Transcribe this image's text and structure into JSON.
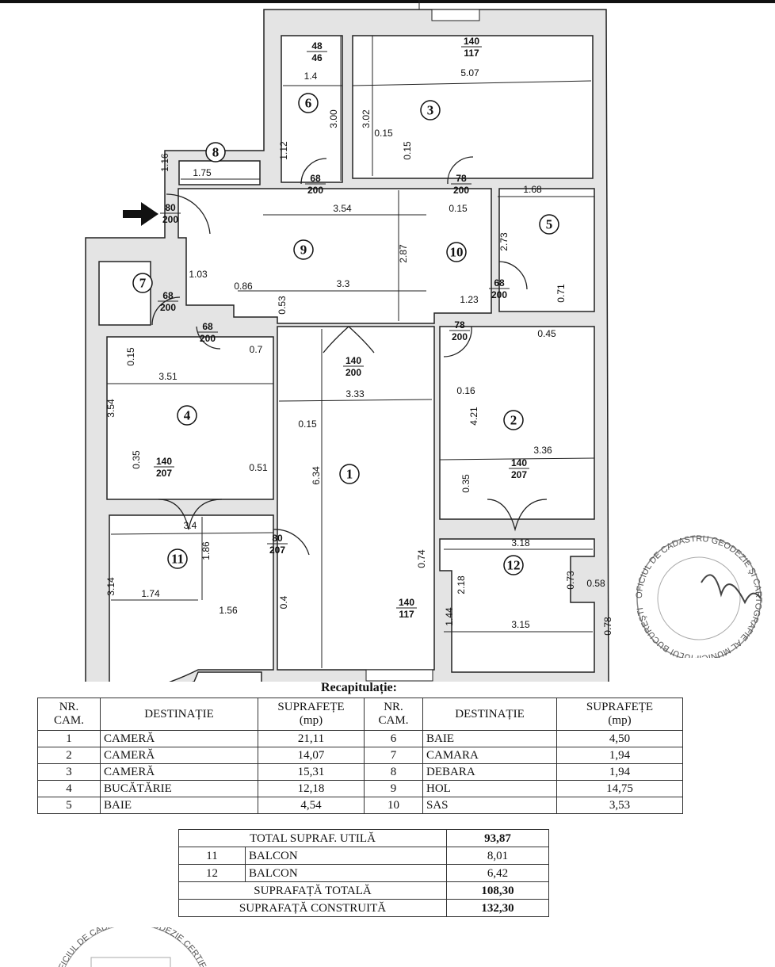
{
  "plan": {
    "rooms": [
      "1",
      "2",
      "3",
      "4",
      "5",
      "6",
      "7",
      "8",
      "9",
      "10",
      "11",
      "12"
    ],
    "doors": [
      {
        "w": "48",
        "h": "46"
      },
      {
        "w": "140",
        "h": "117"
      },
      {
        "w": "68",
        "h": "200"
      },
      {
        "w": "78",
        "h": "200"
      },
      {
        "w": "80",
        "h": "200"
      },
      {
        "w": "68",
        "h": "200"
      },
      {
        "w": "68",
        "h": "200"
      },
      {
        "w": "68",
        "h": "200"
      },
      {
        "w": "78",
        "h": "200"
      },
      {
        "w": "140",
        "h": "200"
      },
      {
        "w": "140",
        "h": "207"
      },
      {
        "w": "140",
        "h": "207"
      },
      {
        "w": "80",
        "h": "207"
      },
      {
        "w": "140",
        "h": "117"
      }
    ],
    "dims": [
      "1.4",
      "5.07",
      "3.00",
      "3.02",
      "0.15",
      "0.15",
      "1.16",
      "1.75",
      "1.12",
      "3.54",
      "0.15",
      "1.68",
      "2.73",
      "0.71",
      "2.87",
      "1.03",
      "0.86",
      "3.3",
      "0.53",
      "1.23",
      "0.45",
      "0.7",
      "0.15",
      "3.51",
      "3.33",
      "0.16",
      "3.54",
      "4.21",
      "0.15",
      "3.36",
      "0.35",
      "0.51",
      "6.34",
      "0.35",
      "3.4",
      "1.86",
      "3.18",
      "0.74",
      "3.14",
      "1.74",
      "0.73",
      "0.58",
      "2.18",
      "1.44",
      "0.4",
      "1.56",
      "3.15",
      "0.78"
    ]
  },
  "recap": {
    "title": "Recapitulație:",
    "headers": {
      "nr": "NR.",
      "cam": "CAM.",
      "dest": "DESTINAȚIE",
      "supr": "SUPRAFEȚE",
      "mp": "(mp)"
    },
    "rows": [
      {
        "l": {
          "nr": "1",
          "dest": "CAMERĂ",
          "area": "21,11"
        },
        "r": {
          "nr": "6",
          "dest": "BAIE",
          "area": "4,50"
        }
      },
      {
        "l": {
          "nr": "2",
          "dest": "CAMERĂ",
          "area": "14,07"
        },
        "r": {
          "nr": "7",
          "dest": "CAMARA",
          "area": "1,94"
        }
      },
      {
        "l": {
          "nr": "3",
          "dest": "CAMERĂ",
          "area": "15,31"
        },
        "r": {
          "nr": "8",
          "dest": "DEBARA",
          "area": "1,94"
        }
      },
      {
        "l": {
          "nr": "4",
          "dest": "BUCĂTĂRIE",
          "area": "12,18"
        },
        "r": {
          "nr": "9",
          "dest": "HOL",
          "area": "14,75"
        }
      },
      {
        "l": {
          "nr": "5",
          "dest": "BAIE",
          "area": "4,54"
        },
        "r": {
          "nr": "10",
          "dest": "SAS",
          "area": "3,53"
        }
      }
    ],
    "total_util": {
      "label": "TOTAL  SUPRAF. UTILĂ",
      "value": "93,87"
    },
    "balconies": [
      {
        "nr": "11",
        "dest": "BALCON",
        "area": "8,01"
      },
      {
        "nr": "12",
        "dest": "BALCON",
        "area": "6,42"
      }
    ],
    "total": {
      "label": "SUPRAFAȚĂ TOTALĂ",
      "value": "108,30"
    },
    "built": {
      "label": "SUPRAFAȚĂ CONSTRUITĂ",
      "value": "132,30"
    }
  },
  "stamps": {
    "right": "OFICIUL DE CADASTRU GEODEZIE ŞI CARTOGRAFIE AL MUNICIPIULUI BUCUREŞTI",
    "bottom": "OFICIUL DE CADASTRU GEODEZIE CERTIFICAT"
  },
  "colors": {
    "ink": "#111111",
    "wall": "#e4e4e4"
  }
}
